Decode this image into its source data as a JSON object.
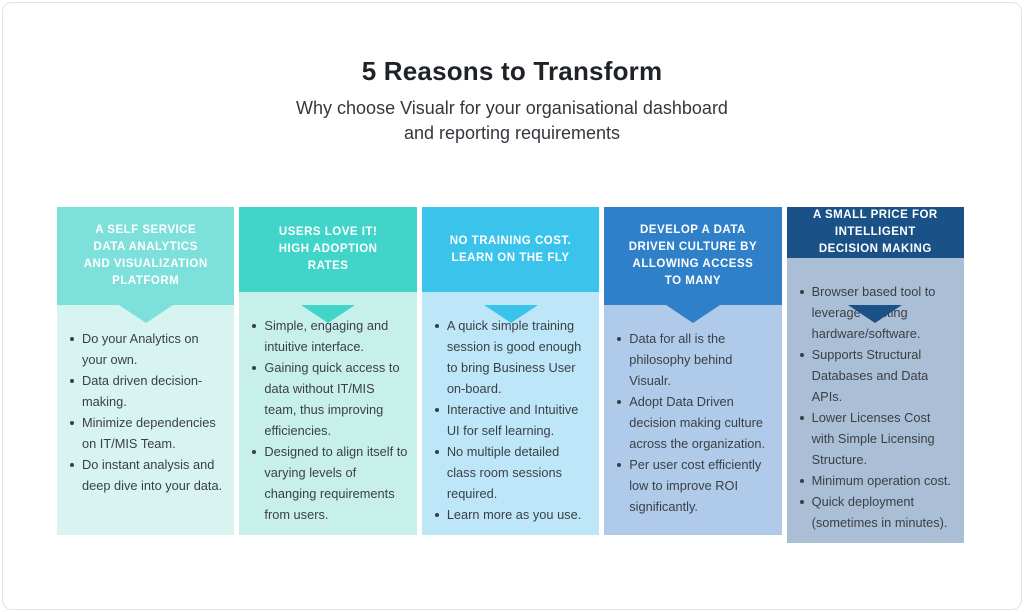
{
  "title": "5 Reasons to Transform",
  "subtitle": "Why choose Visualr for your organisational dashboard\nand reporting requirements",
  "columns": [
    {
      "id": "self-service-platform",
      "header": "A SELF SERVICE\nDATA ANALYTICS\nAND VISUALIZATION\nPLATFORM",
      "header_color": "#7EE0DA",
      "body_color": "#D7F4F1",
      "bullets": [
        "Do your Analytics on your own.",
        "Data driven decision-making.",
        "Minimize dependencies on IT/MIS Team.",
        "Do instant analysis and deep dive into your data."
      ]
    },
    {
      "id": "users-love-it",
      "header": "USERS LOVE IT!\nHIGH ADOPTION\nRATES",
      "header_color": "#40D5C8",
      "body_color": "#C8F0EB",
      "bullets": [
        "Simple, engaging and intuitive interface.",
        "Gaining quick access to data without IT/MIS team, thus improving efficiencies.",
        "Designed to align itself to varying levels of changing requirements from users."
      ]
    },
    {
      "id": "no-training-cost",
      "header": "NO TRAINING COST.\nLEARN ON THE FLY",
      "header_color": "#3AC4EC",
      "body_color": "#BDE7F8",
      "bullets": [
        "A quick simple training session is good enough to bring Business User on-board.",
        "Interactive and Intuitive UI for self learning.",
        "No multiple detailed class room sessions required.",
        "Learn more as you use."
      ]
    },
    {
      "id": "data-driven-culture",
      "header": "DEVELOP A DATA\nDRIVEN CULTURE BY\nALLOWING ACCESS\nTO MANY",
      "header_color": "#2F80C9",
      "body_color": "#AFCBE9",
      "bullets": [
        "Data for all is the philosophy behind Visualr.",
        "Adopt Data Driven decision making culture across the organization.",
        "Per user cost efficiently low to improve ROI significantly."
      ]
    },
    {
      "id": "small-price",
      "header": "A SMALL PRICE FOR\nINTELLIGENT\nDECISION MAKING",
      "header_color": "#1A5288",
      "body_color": "#AABFD5",
      "bullets": [
        "Browser based tool to leverage existing hardware/software.",
        "Supports Structural Databases and Data APIs.",
        "Lower Licenses Cost with Simple Licensing Structure.",
        "Minimum operation cost.",
        "Quick deployment (sometimes in minutes)."
      ]
    }
  ]
}
